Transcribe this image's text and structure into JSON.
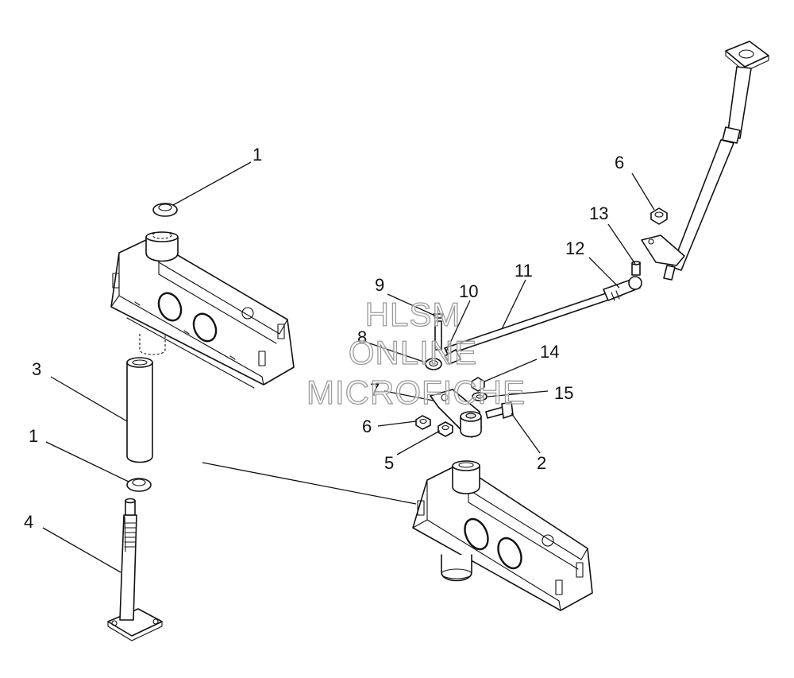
{
  "watermark": {
    "line1": "HLSM",
    "line2": "ONLINE",
    "line3": "MICROFICHE"
  },
  "callouts": {
    "c1_top": "1",
    "c1_mid": "1",
    "c2": "2",
    "c3": "3",
    "c4": "4",
    "c5": "5",
    "c6_left": "6",
    "c6_right": "6",
    "c7": "7",
    "c8": "8",
    "c9": "9",
    "c10": "10",
    "c11": "11",
    "c12": "12",
    "c13": "13",
    "c14": "14",
    "c15": "15"
  },
  "colors": {
    "line": "#111111",
    "background": "#ffffff",
    "watermark": "#9a9a9a"
  }
}
